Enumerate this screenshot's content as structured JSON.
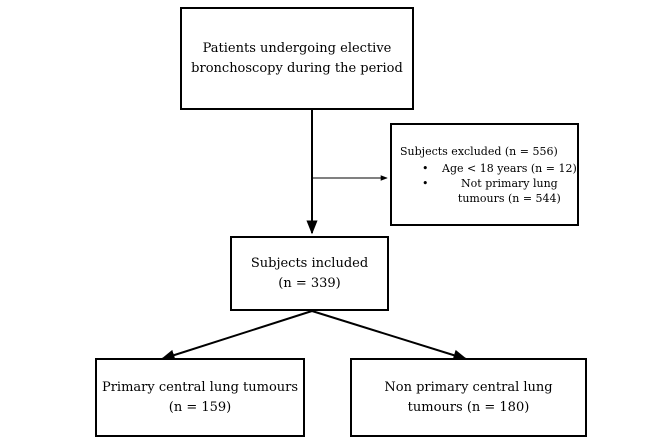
{
  "boxes": {
    "patients": {
      "lines": [
        "Patients undergoing elective",
        "bronchoscopy during the period"
      ]
    },
    "excluded": {
      "title": "Subjects excluded (n = 556)",
      "items": [
        {
          "lines": [
            "Age < 18 years (n = 12)"
          ]
        },
        {
          "lines": [
            "Not primary lung",
            "tumours (n = 544)"
          ]
        }
      ]
    },
    "included": {
      "lines": [
        "Subjects included",
        "(n = 339)"
      ]
    },
    "primary": {
      "lines": [
        "Primary central lung tumours",
        "(n = 159)"
      ]
    },
    "nonprimary": {
      "lines": [
        "Non primary central lung",
        "tumours (n = 180)"
      ]
    }
  },
  "bullet_char": "•"
}
